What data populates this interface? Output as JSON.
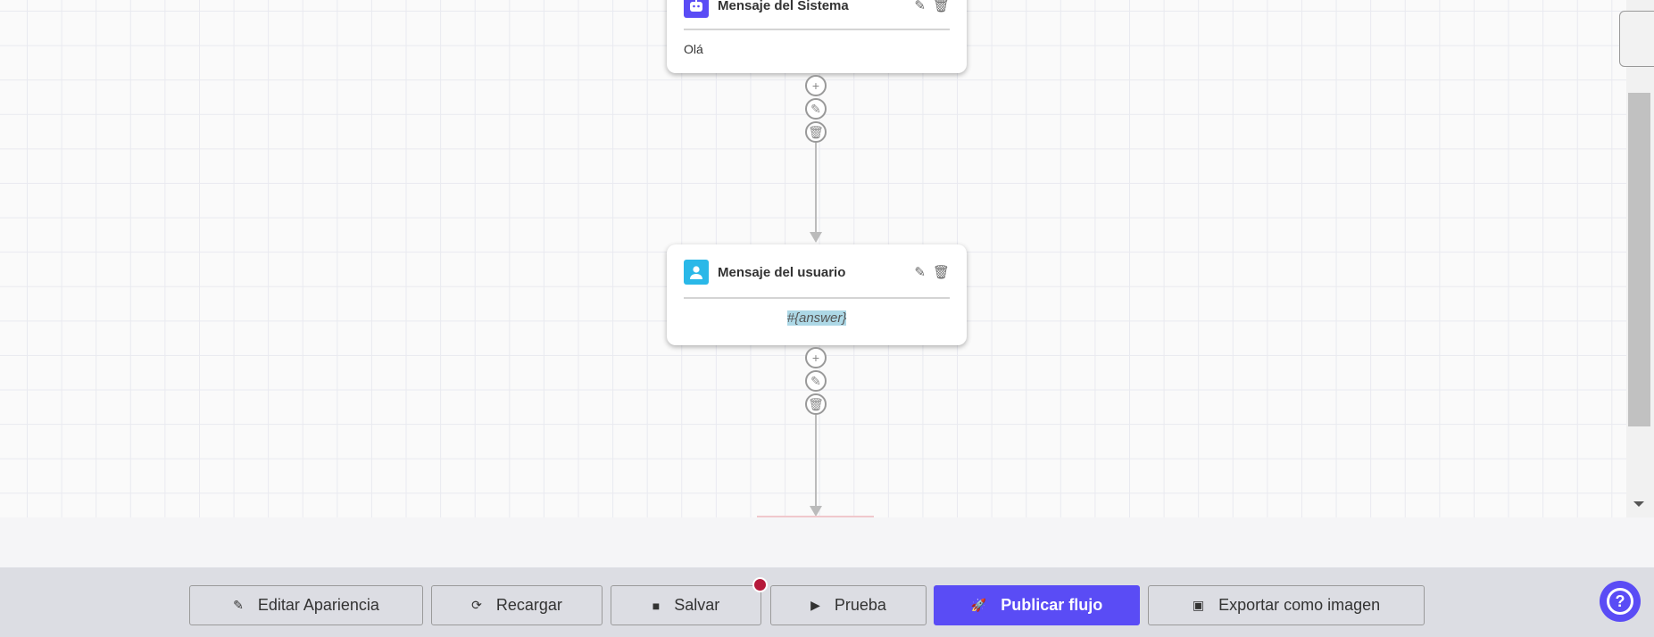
{
  "nodes": [
    {
      "title": "Mensaje del Sistema",
      "icon": "robot-icon",
      "icon_color": "#5a4cf5",
      "content": "Olá"
    },
    {
      "title": "Mensaje del usuario",
      "icon": "user-icon",
      "icon_color": "#2ab8e8",
      "content": "#{answer}"
    }
  ],
  "toolbar": {
    "edit_appearance": "Editar Apariencia",
    "reload": "Recargar",
    "save": "Salvar",
    "test": "Prueba",
    "publish": "Publicar flujo",
    "export": "Exportar como imagen"
  },
  "colors": {
    "accent": "#5a4cf5",
    "unsaved_dot": "#b5193a",
    "highlight": "#add8e6"
  }
}
